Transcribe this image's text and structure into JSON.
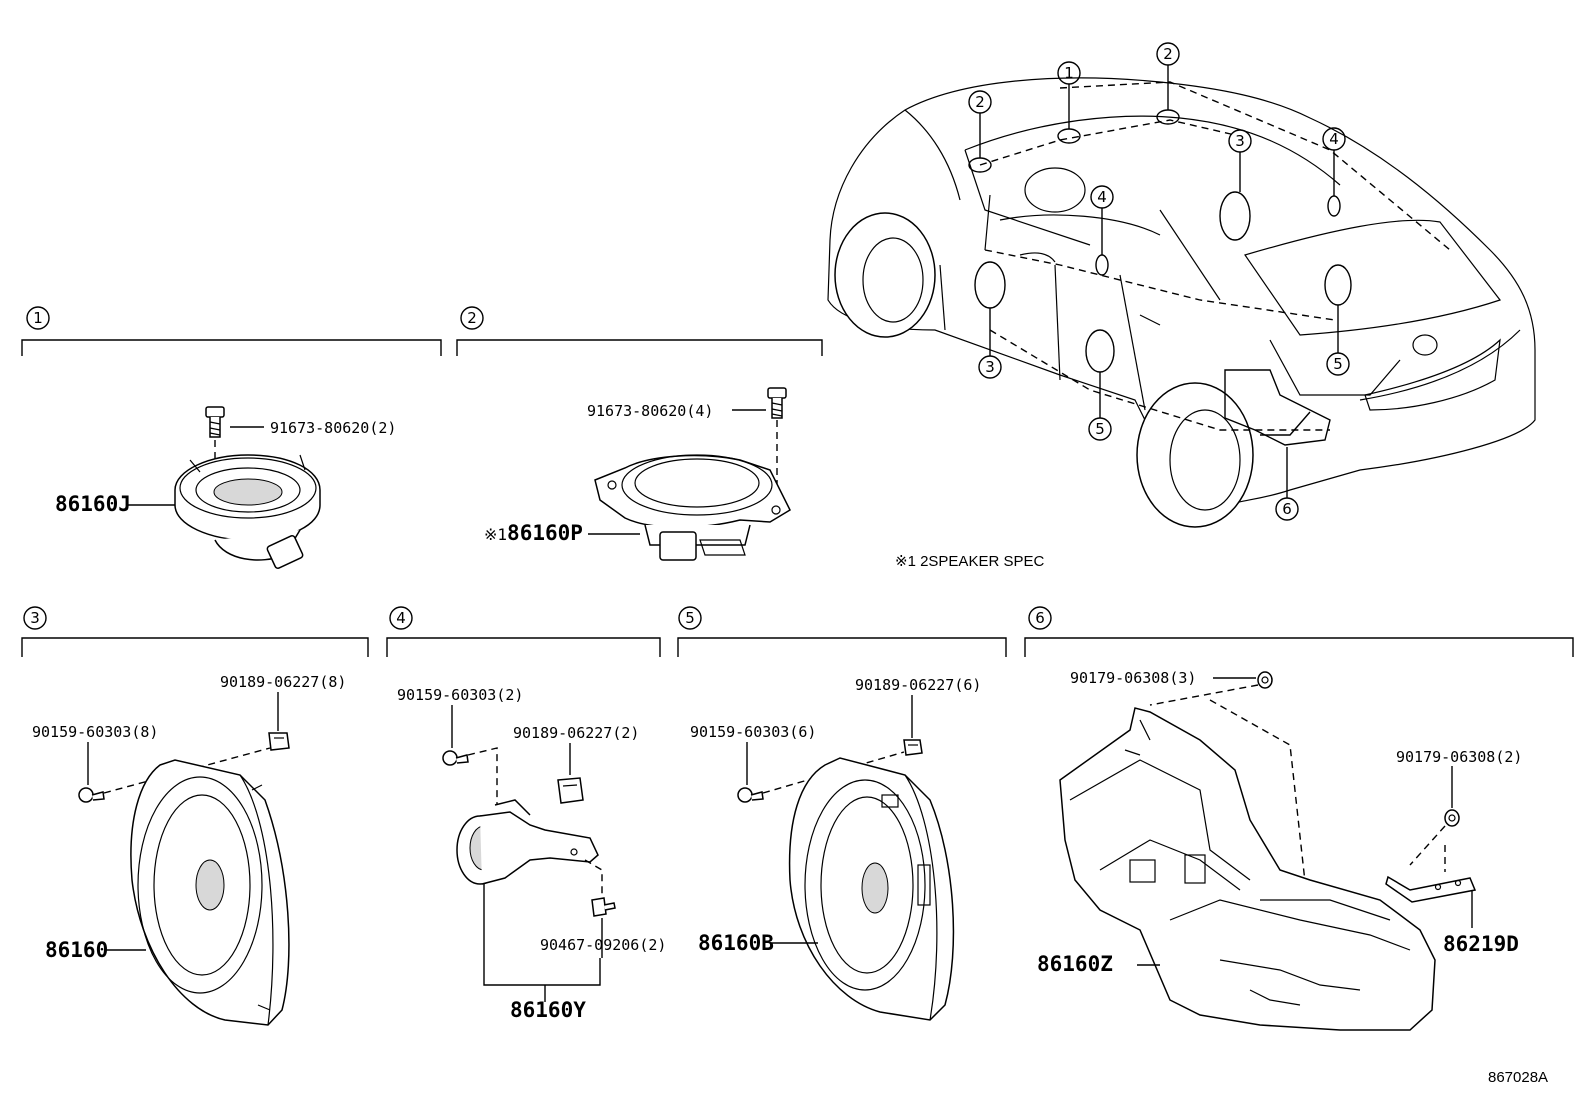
{
  "sections": [
    {
      "num": "1",
      "part": "86160J",
      "fasteners": [
        {
          "label": "91673-80620(2)"
        }
      ]
    },
    {
      "num": "2",
      "part": "86160P",
      "part_prefix": "※1",
      "fasteners": [
        {
          "label": "91673-80620(4)"
        }
      ]
    },
    {
      "num": "3",
      "part": "86160",
      "fasteners": [
        {
          "label": "90189-06227(8)"
        },
        {
          "label": "90159-60303(8)"
        }
      ]
    },
    {
      "num": "4",
      "part": "86160Y",
      "fasteners": [
        {
          "label": "90159-60303(2)"
        },
        {
          "label": "90189-06227(2)"
        },
        {
          "label": "90467-09206(2)"
        }
      ]
    },
    {
      "num": "5",
      "part": "86160B",
      "fasteners": [
        {
          "label": "90189-06227(6)"
        },
        {
          "label": "90159-60303(6)"
        }
      ]
    },
    {
      "num": "6",
      "part": "86160Z",
      "part2": "86219D",
      "fasteners": [
        {
          "label": "90179-06308(3)"
        },
        {
          "label": "90179-06308(2)"
        }
      ]
    }
  ],
  "car_callouts": [
    "1",
    "2",
    "2",
    "3",
    "3",
    "4",
    "4",
    "5",
    "5",
    "6"
  ],
  "note": "※1 2SPEAKER SPEC",
  "diagram_code": "867028A"
}
